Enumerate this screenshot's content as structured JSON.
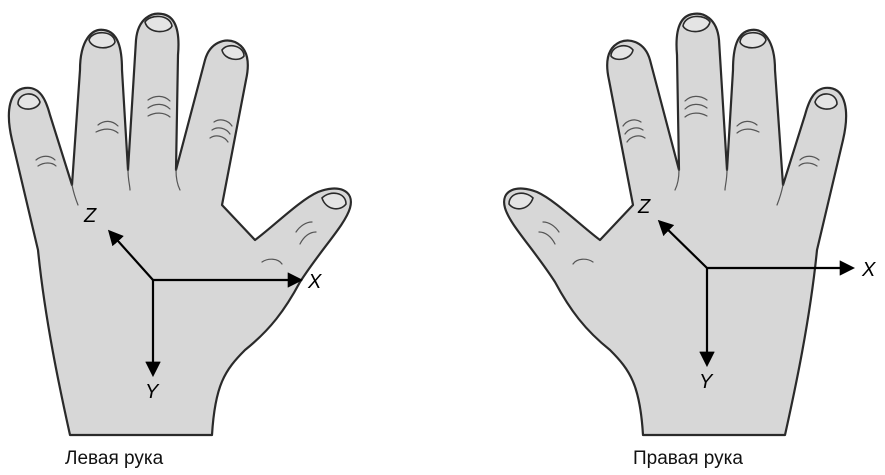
{
  "left_hand": {
    "caption": "Левая рука",
    "axes": {
      "x": "X",
      "y": "Y",
      "z": "Z"
    }
  },
  "right_hand": {
    "caption": "Правая рука",
    "axes": {
      "x": "X",
      "y": "Y",
      "z": "Z"
    }
  },
  "colors": {
    "skin": "#d7d7d7",
    "outline": "#2a2a2a",
    "axis": "#000000"
  }
}
